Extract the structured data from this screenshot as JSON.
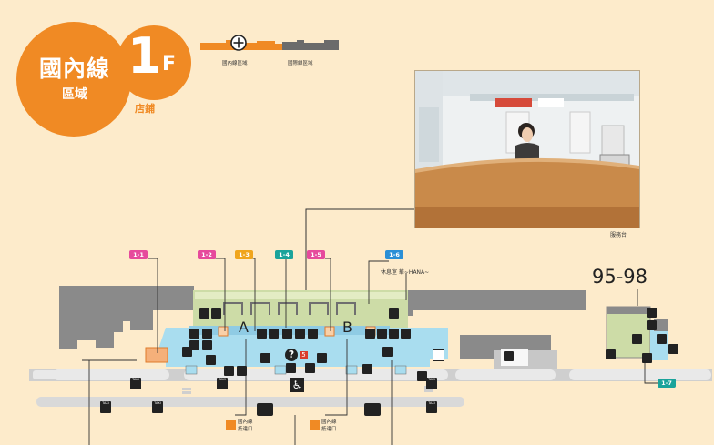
{
  "header": {
    "title": "國內線",
    "subtitle": "區域",
    "floor_number": "1",
    "floor_letter": "F",
    "shops_label": "店鋪"
  },
  "legend": {
    "domestic_area": "國內線區域",
    "international_area": "國際線區域",
    "domestic_color": "#f08a24",
    "international_color": "#6b6b6b"
  },
  "photo": {
    "caption": "服務台"
  },
  "gate_tags": [
    {
      "label": "1-1",
      "color": "#e64a9c"
    },
    {
      "label": "1-2",
      "color": "#e64a9c"
    },
    {
      "label": "1-3",
      "color": "#f0a51c"
    },
    {
      "label": "1-4",
      "color": "#1aa39b"
    },
    {
      "label": "1-5",
      "color": "#e64a9c"
    },
    {
      "label": "1-6",
      "color": "#2a8fd6"
    },
    {
      "label": "1-7",
      "color": "#1aa39b"
    }
  ],
  "lounge_label": "休息室 華~HANA~",
  "gate_range": "95-98",
  "zones": {
    "a": "A",
    "b": "B"
  },
  "info_badge": "5",
  "departure_labels": [
    {
      "line1": "國內線",
      "line2": "抵達口"
    },
    {
      "line1": "國內線",
      "line2": "抵達口"
    }
  ],
  "taxi_text": "TAXI",
  "colors": {
    "background": "#fdebcb",
    "accent": "#f08a24",
    "gray_building": "#8a8a8a",
    "green_zone": "#cddca7",
    "blue_zone": "#a9ddef",
    "road": "#d9d9d9"
  },
  "icons": [
    "info-icon",
    "restroom-icon",
    "elevator-icon",
    "escalator-icon",
    "telephone-icon",
    "atm-icon",
    "locker-icon",
    "wheelchair-icon",
    "bus-icon",
    "taxi-icon",
    "arrival-plane-icon"
  ]
}
